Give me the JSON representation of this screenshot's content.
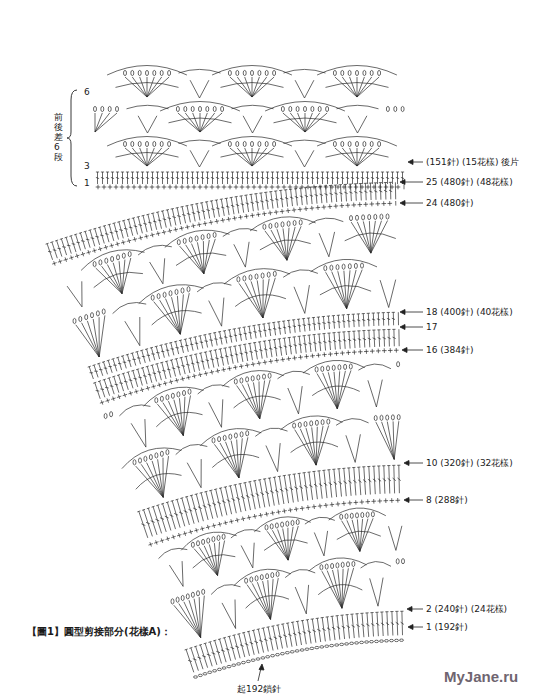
{
  "diagram": {
    "title": "【圖1】圓型剪接部分(花樣A)：",
    "labels": [
      "6",
      "3",
      "1",
      "前後差6段",
      "(151針) (15花樣) 後片",
      "25 (480針) (48花樣)",
      "24 (480針)",
      "18 (400針) (40花樣)",
      "17",
      "16 (384針)",
      "10 (320針) (32花樣)",
      "8 (288針)",
      "2 (240針) (24花樣)",
      "1 (192針)",
      "起192鎖針",
      "MyJane.ru"
    ]
  }
}
